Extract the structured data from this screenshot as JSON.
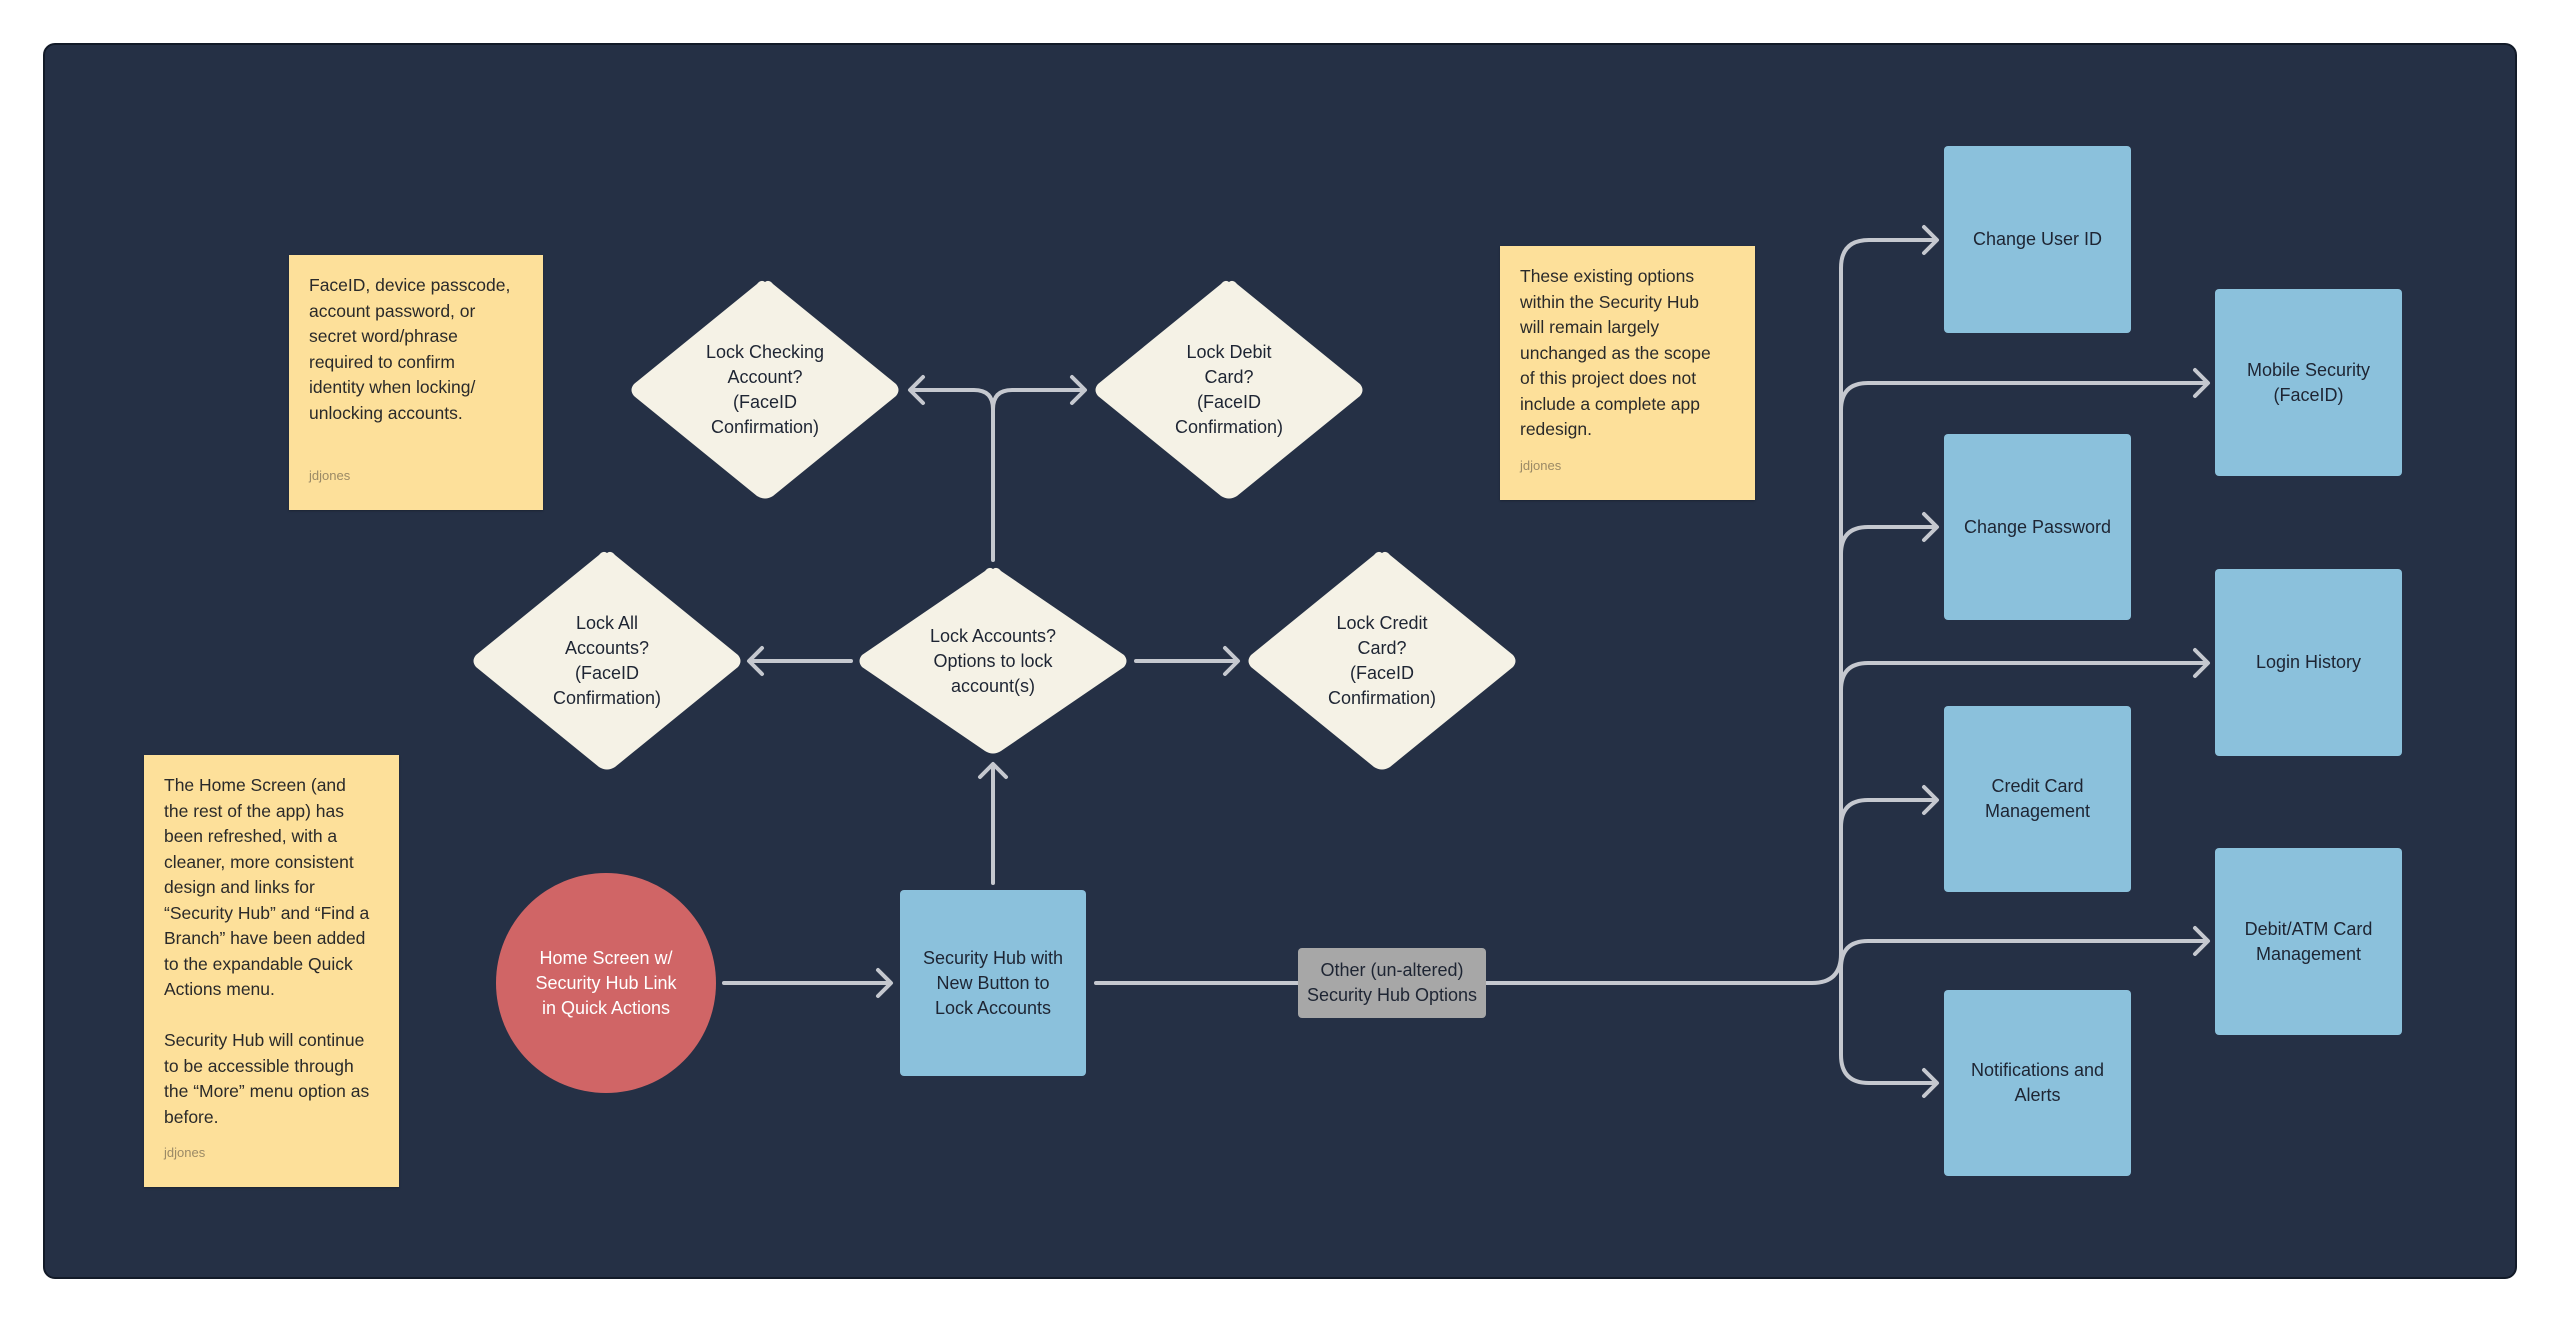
{
  "colors": {
    "board": "#253045",
    "box": "#8bc1dc",
    "circle": "#d06566",
    "diamond": "#f5f2e6",
    "sticky": "#fde09a",
    "connector": "#c5c8cf",
    "label_bg": "#a7a7a7"
  },
  "nodes": {
    "home_screen": "Home Screen w/\nSecurity Hub Link\nin Quick Actions",
    "security_hub": "Security Hub with\nNew Button to\nLock Accounts",
    "lock_accounts": "Lock Accounts?\nOptions to lock\naccount(s)",
    "lock_all": "Lock All\nAccounts?\n(FaceID\nConfirmation)",
    "lock_credit": "Lock Credit\nCard?\n(FaceID\nConfirmation)",
    "lock_checking": "Lock Checking\nAccount?\n(FaceID\nConfirmation)",
    "lock_debit": "Lock Debit\nCard?\n(FaceID\nConfirmation)",
    "other_options": "Other (un-altered)\nSecurity Hub Options",
    "change_user_id": "Change User ID",
    "mobile_security": "Mobile Security\n(FaceID)",
    "change_password": "Change Password",
    "login_history": "Login History",
    "credit_card_mgmt": "Credit Card\nManagement",
    "debit_atm_mgmt": "Debit/ATM Card\nManagement",
    "notifications": "Notifications and\nAlerts"
  },
  "notes": {
    "faceid_note": {
      "text": "FaceID, device passcode,\naccount password, or\nsecret word/phrase\nrequired to confirm\nidentity when locking/\nunlocking accounts.",
      "author": "jdjones"
    },
    "existing_options_note": {
      "text": "These existing options\nwithin the Security Hub\nwill remain largely\nunchanged as the scope\nof this project does not\ninclude a complete app\nredesign.",
      "author": "jdjones"
    },
    "home_screen_note": {
      "text": "The Home Screen (and\nthe rest of the app) has\nbeen refreshed, with a\ncleaner, more consistent\ndesign and links for\n“Security Hub” and “Find a\nBranch” have been added\nto the expandable Quick\nActions menu.\n\nSecurity Hub will continue\nto be accessible through\nthe “More” menu option as\nbefore.",
      "author": "jdjones"
    }
  }
}
